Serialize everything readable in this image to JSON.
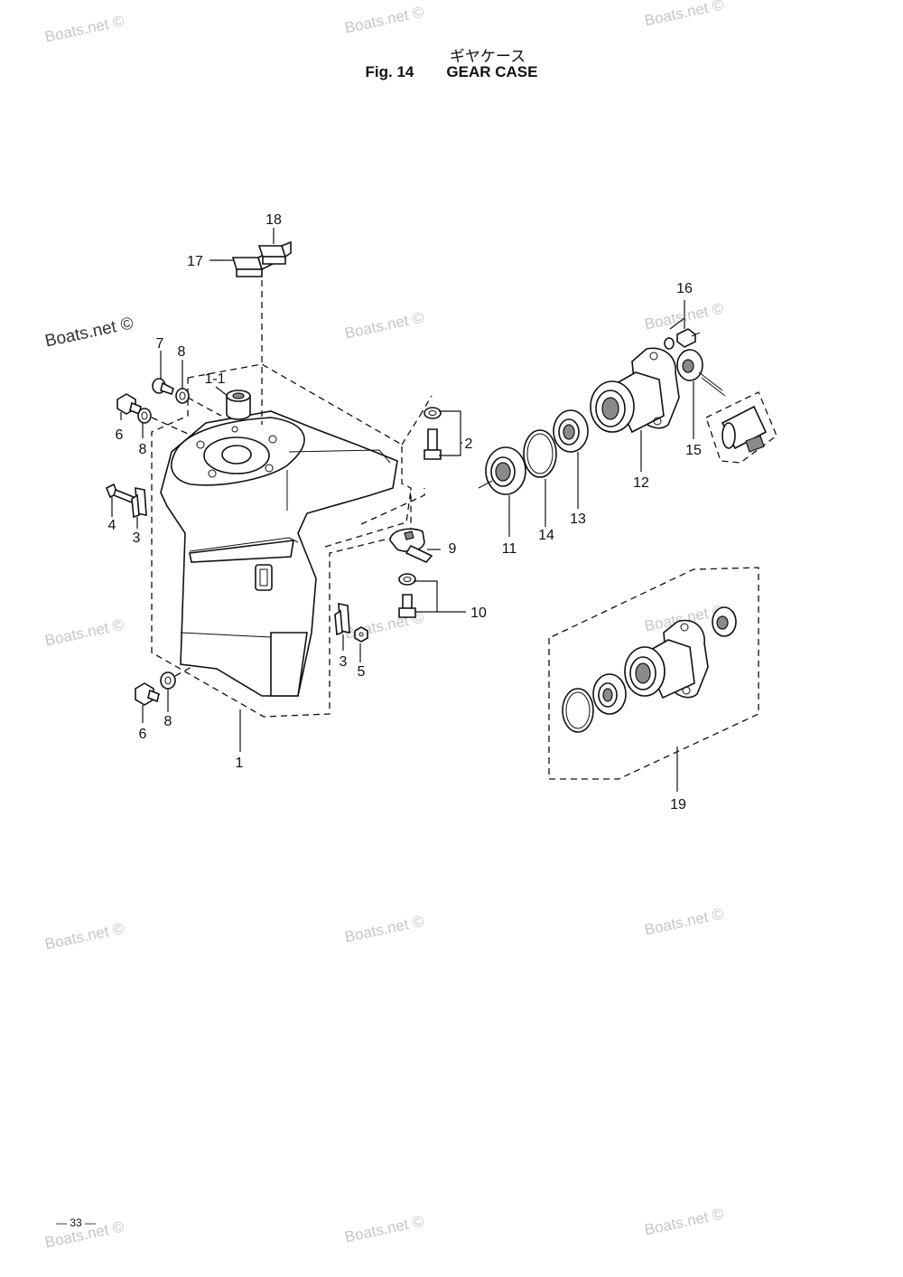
{
  "header": {
    "title_jp": "ギヤケース",
    "fig_label": "Fig. 14",
    "title": "GEAR CASE"
  },
  "page_number": "— 33 —",
  "watermark_text": "Boats.net ©",
  "callouts": {
    "c1": "1",
    "c1_1": "1-1",
    "c2": "2",
    "c3a": "3",
    "c3b": "3",
    "c4": "4",
    "c5": "5",
    "c6a": "6",
    "c6b": "6",
    "c7": "7",
    "c8a": "8",
    "c8b": "8",
    "c8c": "8",
    "c9": "9",
    "c10": "10",
    "c11": "11",
    "c12": "12",
    "c13": "13",
    "c14": "14",
    "c15": "15",
    "c16": "16",
    "c17": "17",
    "c18": "18",
    "c19": "19"
  }
}
